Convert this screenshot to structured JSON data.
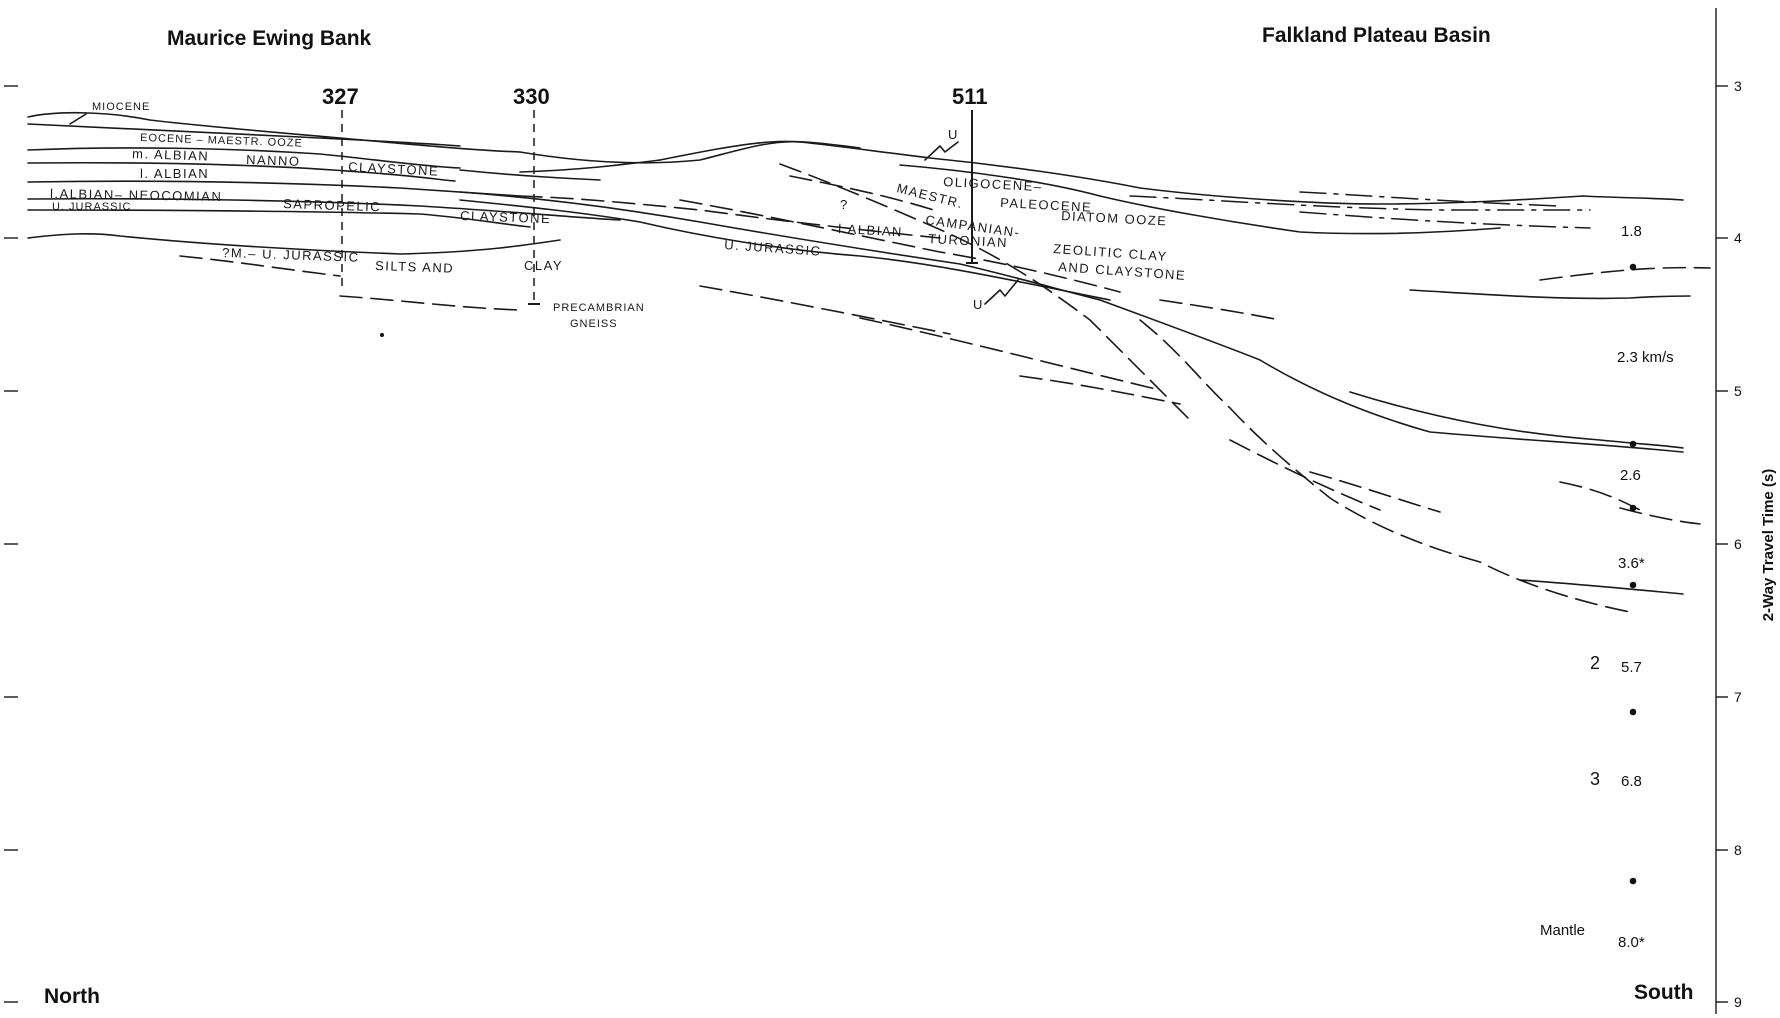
{
  "regions": {
    "left": "Maurice Ewing Bank",
    "right": "Falkland Plateau Basin",
    "north": "North",
    "south": "South"
  },
  "sites": [
    "327",
    "330",
    "511"
  ],
  "axis": {
    "title": "2-Way Travel Time (s)",
    "ticks": [
      "3",
      "4",
      "5",
      "6",
      "7",
      "8",
      "9"
    ]
  },
  "units": {
    "miocene": "MIOCENE",
    "eocene_maestr": "EOCENE – MAESTR. OOZE",
    "m_albian": "m. ALBIAN",
    "nanno": "NANNO",
    "claystone1": "CLAYSTONE",
    "l_albian": "l. ALBIAN",
    "l_albian_neocomian": "l.ALBIAN– NEOCOMIAN",
    "sapropelic": "SAPROPELIC",
    "claystone2": "CLAYSTONE",
    "u_jurassic_left": "U. JURASSIC",
    "m_u_jurassic": "?M.– U. JURASSIC",
    "silts_and": "SILTS  AND",
    "clay": "CLAY",
    "precambrian": "PRECAMBRIAN",
    "gneiss": "GNEISS",
    "u_jurassic_mid": "U. JURASSIC",
    "q": "?",
    "l_albian_right": "l.ALBIAN",
    "turonian": "TURONIAN",
    "maestr": "MAESTR.",
    "campanian": "CAMPANIAN-",
    "oligocene": "OLIGOCENE–",
    "paleocene": "PALEOCENE",
    "diatom_ooze": "DIATOM OOZE",
    "zeolitic_clay": "ZEOLITIC  CLAY",
    "and_claystone": "AND  CLAYSTONE",
    "u1": "U",
    "u2": "U"
  },
  "velocities": {
    "v1": "1.8",
    "v2": "2.3 km/s",
    "v3": "2.6",
    "v4": "3.6*",
    "v5": "5.7",
    "v6": "6.8",
    "v7": "8.0*"
  },
  "layers": {
    "l2": "2",
    "l3": "3",
    "mantle": "Mantle"
  }
}
